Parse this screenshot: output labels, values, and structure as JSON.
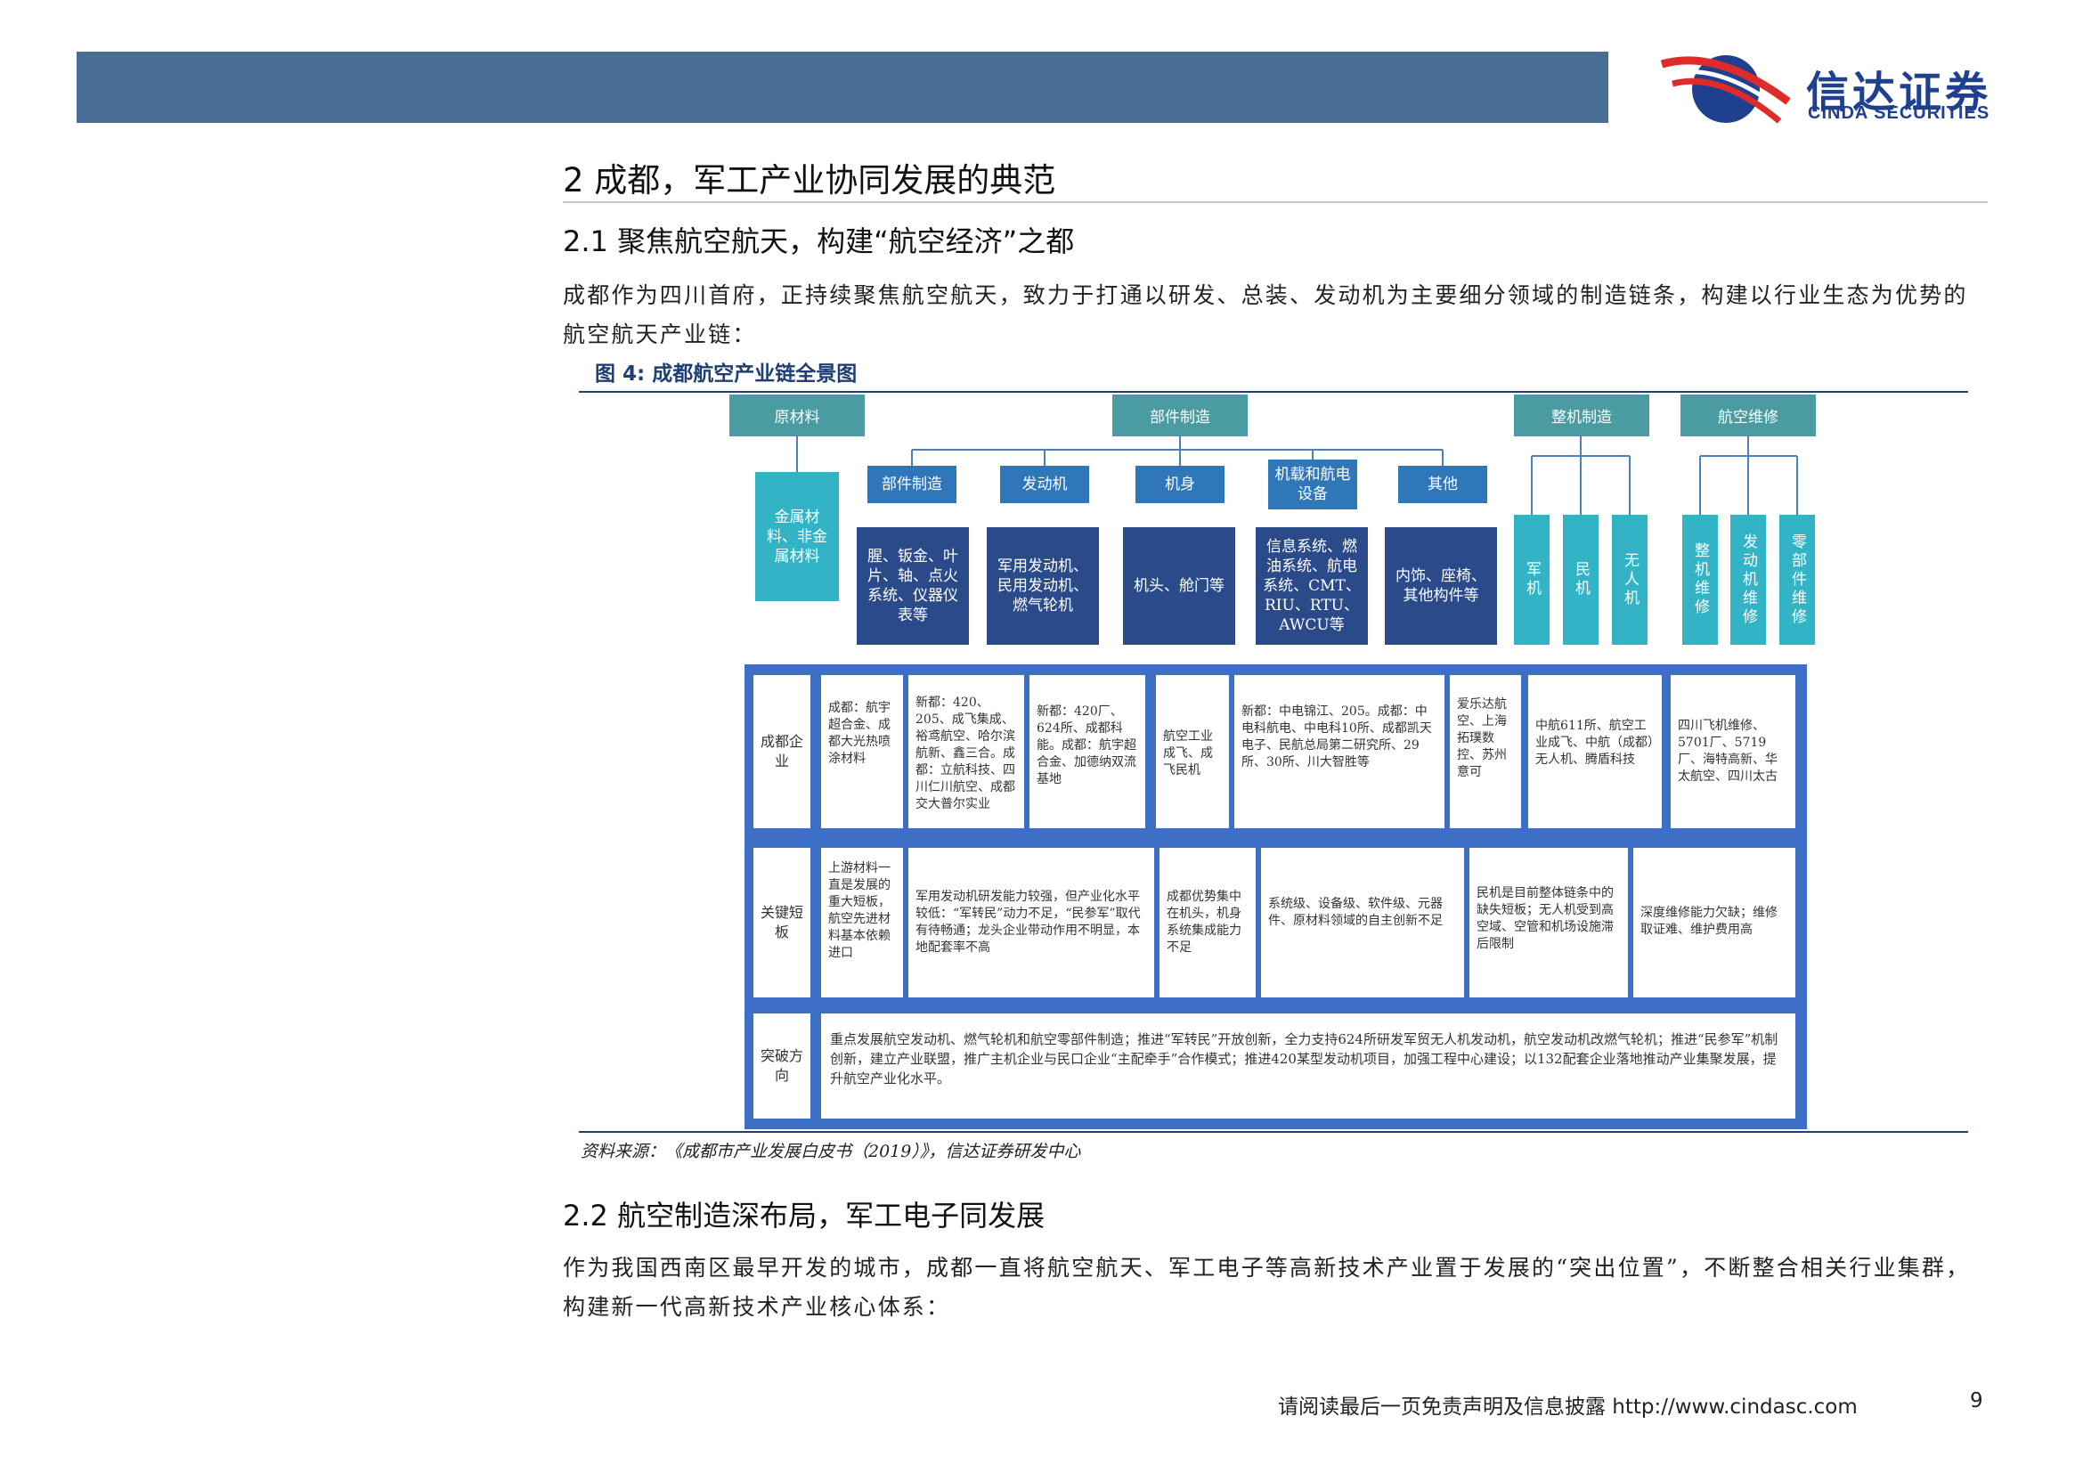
{
  "header": {
    "brand_cn": "信达证券",
    "brand_en": "CINDA SECURITIES",
    "bar_color": "#4a6d96"
  },
  "section": {
    "title": "2 成都，军工产业协同发展的典范",
    "sub1_title": "2.1  聚焦航空航天，构建“航空经济”之都",
    "sub1_para": "成都作为四川首府，正持续聚焦航空航天，致力于打通以研发、总装、发动机为主要细分领域的制造链条，构建以行业生态为优势的航空航天产业链：",
    "sub2_title": "2.2  航空制造深布局，军工电子同发展",
    "sub2_para": "作为我国西南区最早开发的城市，成都一直将航空航天、军工电子等高新技术产业置于发展的“突出位置”，不断整合相关行业集群，构建新一代高新技术产业核心体系："
  },
  "figure": {
    "title": "图 4:  成都航空产业链全景图",
    "source": "资料来源：《成都市产业发展白皮书（2019）》，信达证券研发中心",
    "top": {
      "raw_header": "原材料",
      "raw_body": "金属材料、非金属材料",
      "parts_header": "部件制造",
      "parts": [
        {
          "header": "部件制造",
          "body": "腥、钣金、叶片、轴、点火系统、仪器仪表等"
        },
        {
          "header": "发动机",
          "body": "军用发动机、民用发动机、燃气轮机"
        },
        {
          "header": "机身",
          "body": "机头、舱门等"
        },
        {
          "header": "机载和航电设备",
          "body": "信息系统、燃油系统、航电系统、CMT、RIU、RTU、AWCU等"
        },
        {
          "header": "其他",
          "body": "内饰、座椅、其他构件等"
        }
      ],
      "whole_header": "整机制造",
      "whole": [
        "军机",
        "民机",
        "无人机"
      ],
      "maint_header": "航空维修",
      "maint": [
        "整机维修",
        "发动机维修",
        "零部件维修"
      ]
    },
    "table": {
      "row_labels": [
        "成都企业",
        "关键短板",
        "突破方向"
      ],
      "companies": [
        "成都：航宇超合金、成都大光热喷涂材料",
        "新都：420、205、成飞集成、裕鸢航空、哈尔滨航新、鑫三合。成都：立航科技、四川仁川航空、成都交大普尔实业",
        "新都：420厂、624所、成都科能。成都：航宇超合金、加德纳双流基地",
        "航空工业成飞、成飞民机",
        "新都：中电锦江、205。成都：中电科航电、中电科10所、成都凯天电子、民航总局第二研究所、29所、30所、川大智胜等",
        "爱乐达航空、上海拓璞数控、苏州意可",
        "中航611所、航空工业成飞、中航（成都）无人机、腾盾科技",
        "四川飞机维修、5701厂、5719厂、海特高新、华太航空、四川太古"
      ],
      "shortboards": [
        "上游材料一直是发展的重大短板，航空先进材料基本依赖进口",
        "军用发动机研发能力较强，但产业化水平较低：“军转民”动力不足，“民参军”取代有待畅通；龙头企业带动作用不明显，本地配套率不高",
        "成都优势集中在机头，机身系统集成能力不足",
        "系统级、设备级、软件级、元器件、原材料领域的自主创新不足",
        "民机是目前整体链条中的缺失短板；无人机受到高空域、空管和机场设施滞后限制",
        "深度维修能力欠缺；维修取证难、维护费用高"
      ],
      "breakthrough": "重点发展航空发动机、燃气轮机和航空零部件制造；推进“军转民”开放创新，全力支持624所研发军贸无人机发动机，航空发动机改燃气轮机；推进“民参军”机制创新，建立产业联盟，推广主机企业与民口企业“主配牵手”合作模式；推进420某型发动机项目，加强工程中心建设；以132配套企业落地推动产业集聚发展，提升航空产业化水平。"
    }
  },
  "footer": {
    "text": "请阅读最后一页免责声明及信息披露 http://www.cindasc.com",
    "page": "9"
  }
}
